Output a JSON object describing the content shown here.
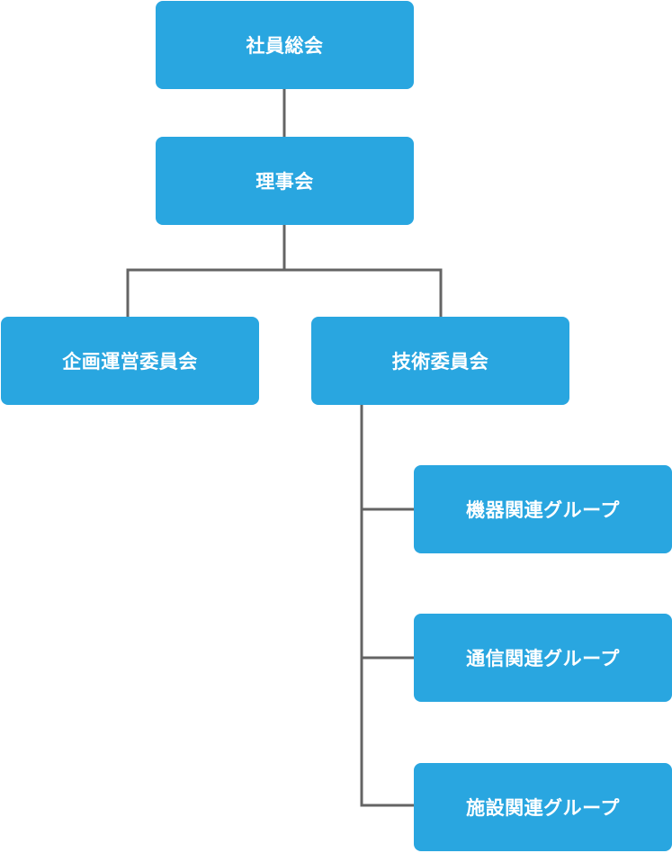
{
  "org_chart": {
    "general_assembly": "社員総会",
    "board": "理事会",
    "committees": [
      {
        "label": "企画運営委員会"
      },
      {
        "label": "技術委員会"
      }
    ],
    "technical_groups": [
      {
        "label": "機器関連グループ"
      },
      {
        "label": "通信関連グループ"
      },
      {
        "label": "施設関連グループ"
      }
    ]
  },
  "colors": {
    "node_fill": "#29a6e0",
    "node_text": "#ffffff",
    "connector": "#646464"
  }
}
